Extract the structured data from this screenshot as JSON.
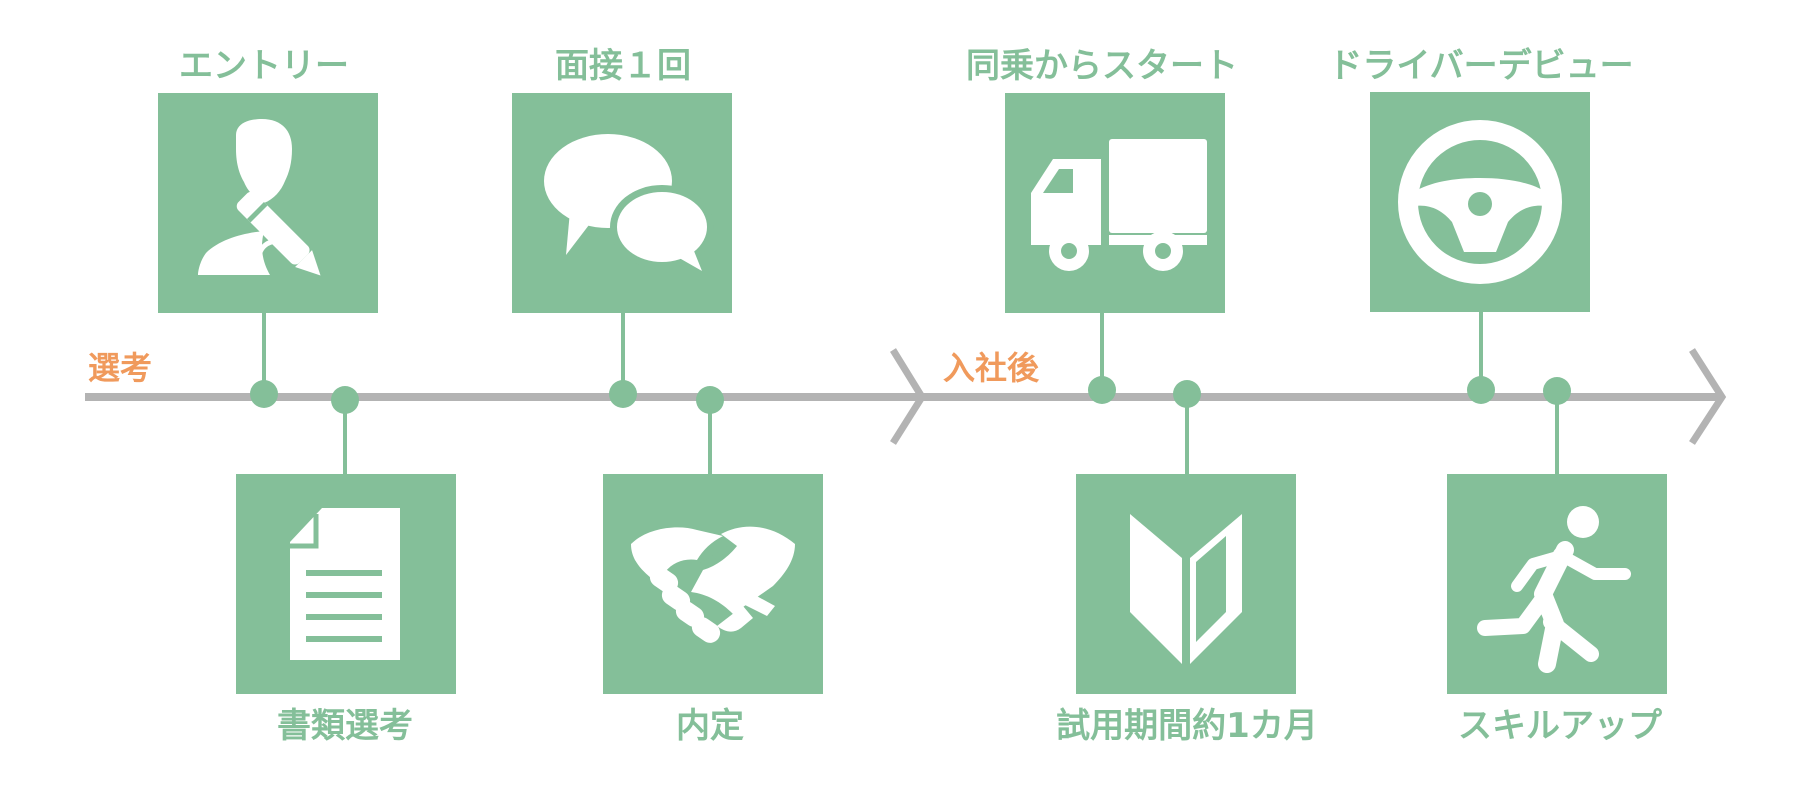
{
  "phases": {
    "selection": "選考",
    "after_joining": "入社後"
  },
  "steps": {
    "entry": "エントリー",
    "document_screening": "書類選考",
    "interview": "面接１回",
    "offer": "内定",
    "ride_along": "同乗からスタート",
    "trial_period": "試用期間約1カ月",
    "driver_debut": "ドライバーデビュー",
    "skill_up": "スキルアップ"
  },
  "colors": {
    "box": "#84bf99",
    "timeline": "#b3b3b3",
    "phase_text": "#f09a5c",
    "icon": "#ffffff"
  },
  "icons": {
    "entry": "user-pen-icon",
    "document_screening": "document-icon",
    "interview": "speech-bubbles-icon",
    "offer": "handshake-icon",
    "ride_along": "truck-icon",
    "trial_period": "beginner-mark-icon",
    "driver_debut": "steering-wheel-icon",
    "skill_up": "running-person-icon"
  }
}
